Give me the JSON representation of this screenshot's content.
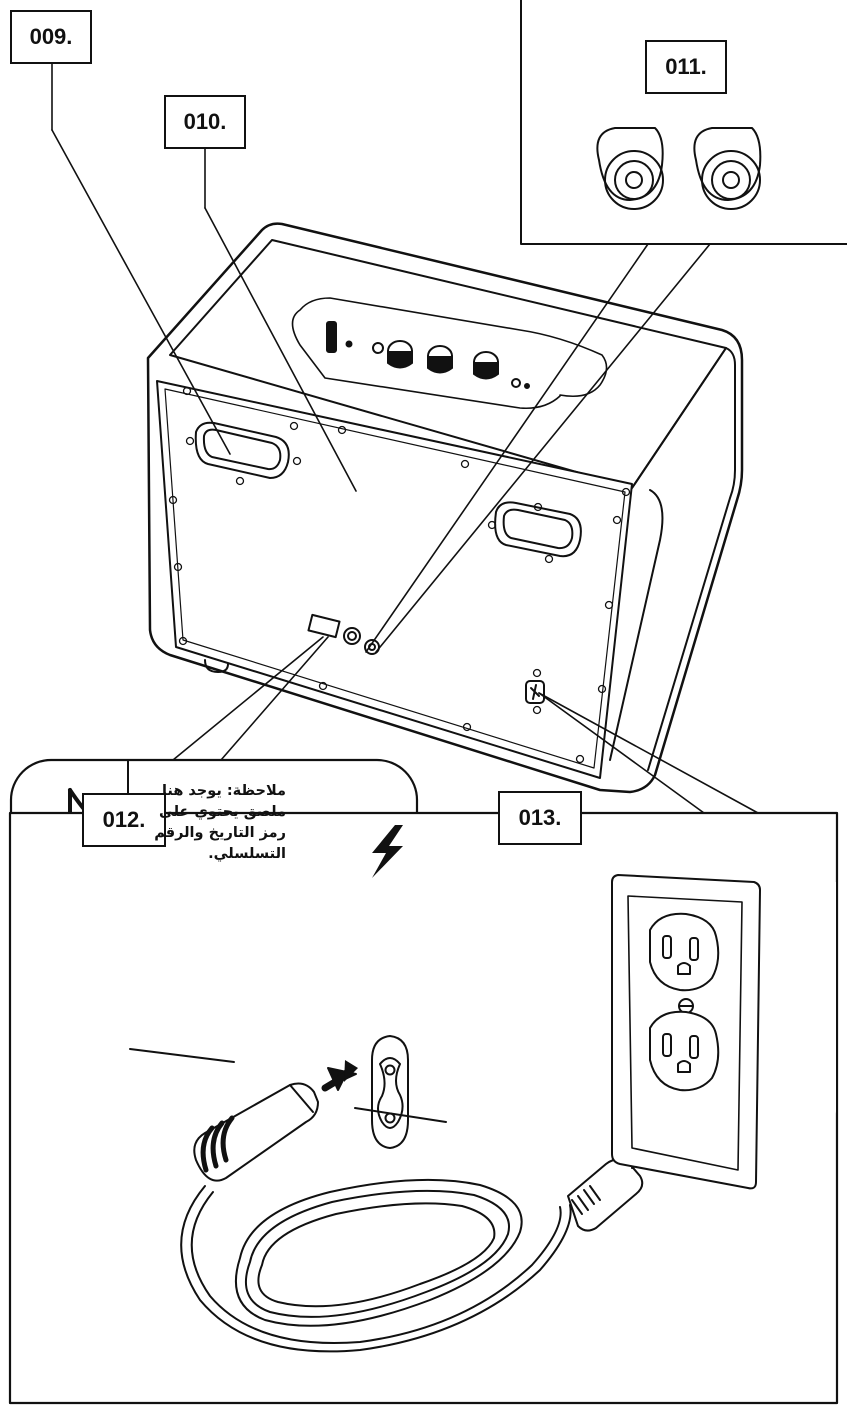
{
  "labels": {
    "l009": "009.",
    "l010": "010.",
    "l011": "011.",
    "l012": "012.",
    "l013": "013."
  },
  "note": {
    "text": "ملاحظة: يوجد هنا ملصق يحتوي على رمز التاريخ والرقم التسلسلي.",
    "icon": "music-note-icon"
  },
  "colors": {
    "line": "#111111",
    "background": "#ffffff"
  }
}
